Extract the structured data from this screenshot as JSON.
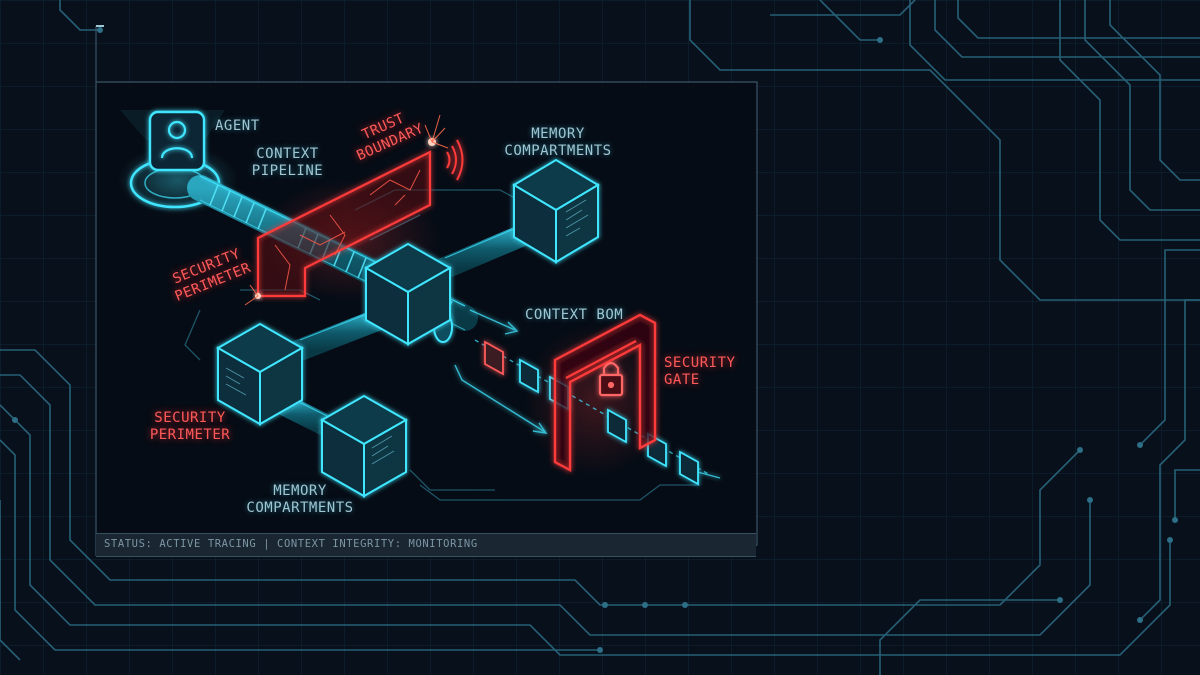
{
  "labels": {
    "agent": "AGENT",
    "context_pipeline_1": "CONTEXT",
    "context_pipeline_2": "PIPELINE",
    "trust_boundary_1": "TRUST",
    "trust_boundary_2": "BOUNDARY",
    "memory_top_1": "MEMORY",
    "memory_top_2": "COMPARTMENTS",
    "security_perimeter_upper_1": "SECURITY",
    "security_perimeter_upper_2": "PERIMETER",
    "context_bom": "CONTEXT BOM",
    "security_gate_1": "SECURITY",
    "security_gate_2": "GATE",
    "security_perimeter_lower_1": "SECURITY",
    "security_perimeter_lower_2": "PERIMETER",
    "memory_bottom_1": "MEMORY",
    "memory_bottom_2": "COMPARTMENTS"
  },
  "status": {
    "text": "STATUS: ACTIVE TRACING | CONTEXT INTEGRITY: MONITORING"
  },
  "colors": {
    "background": "#07101b",
    "grid": "#13283a",
    "circuit": "#2d6f86",
    "cyan": "#3fe6ff",
    "red": "#ff3b3b",
    "panel_border": "#3a5566",
    "status_text": "#7d96a4"
  },
  "icons": {
    "agent": "user-icon",
    "gate": "padlock-icon",
    "signal": "wireless-signal-icon"
  }
}
